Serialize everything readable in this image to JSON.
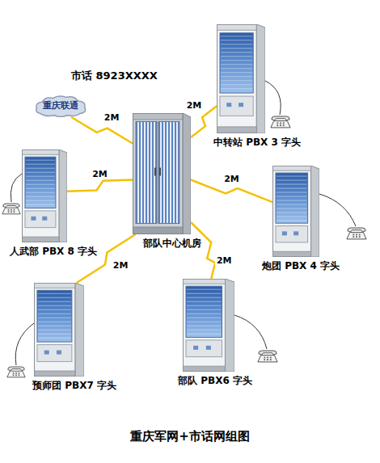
{
  "diagram": {
    "caption": "重庆军网+市话网组图",
    "nodes": [
      {
        "text": [
          "中转站 PBX 3 字头"
        ]
      },
      {
        "text": [
          "重庆联通"
        ]
      },
      {
        "text": [
          "部队中心机房"
        ]
      },
      {
        "text": [
          "人武部 PBX 8 字头"
        ]
      },
      {
        "text": [
          "炮团 PBX 4 字头"
        ]
      },
      {
        "text": [
          "预师团 PBX7 字头"
        ]
      },
      {
        "text": [
          "部队 PBX6 字头"
        ]
      }
    ],
    "edges": [
      {
        "from": 2,
        "to": 1,
        "label": "2M",
        "arrow": "none"
      },
      {
        "from": 2,
        "to": 0,
        "label": "2M",
        "arrow": "none"
      },
      {
        "from": 2,
        "to": 3,
        "label": "2M",
        "arrow": "none"
      },
      {
        "from": 2,
        "to": 4,
        "label": "2M",
        "arrow": "none"
      },
      {
        "from": 2,
        "to": 5,
        "label": "2M",
        "arrow": "none"
      },
      {
        "from": 2,
        "to": 6,
        "label": "2M",
        "arrow": "none"
      }
    ],
    "labels": [
      "市话 8923XXXX"
    ]
  }
}
